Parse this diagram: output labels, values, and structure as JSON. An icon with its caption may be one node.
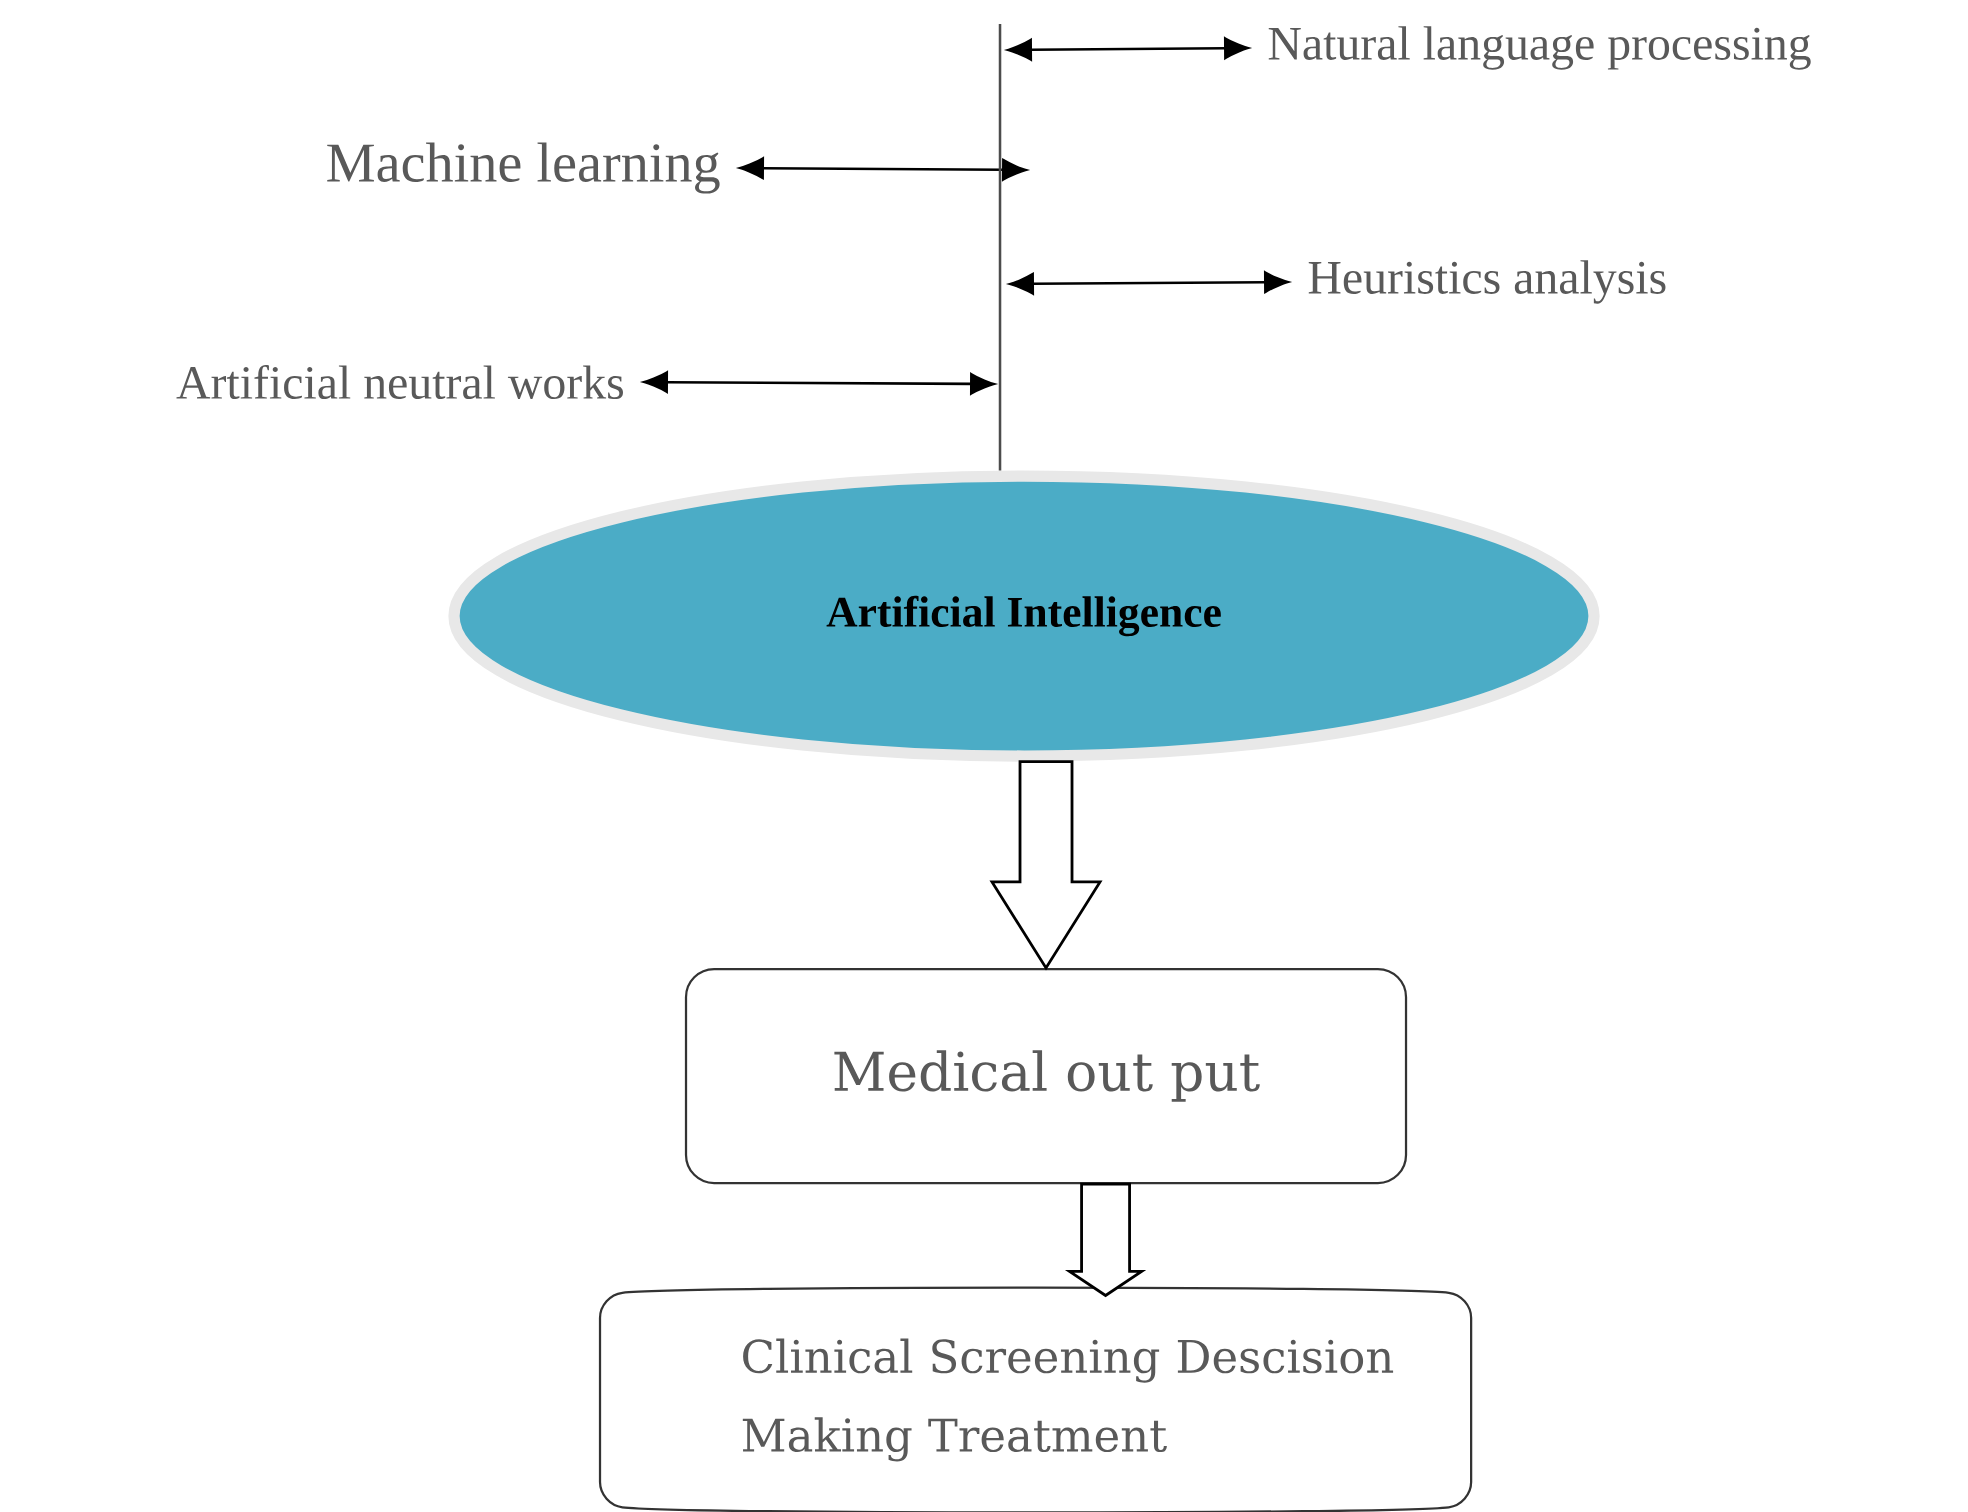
{
  "diagram": {
    "nodes": [
      {
        "text": [
          "Natural language processing"
        ]
      },
      {
        "text": [
          "Machine learning"
        ]
      },
      {
        "text": [
          "Heuristics analysis"
        ]
      },
      {
        "text": [
          "Artificial neutral works"
        ]
      },
      {
        "text": [
          "Artificial Intelligence"
        ]
      },
      {
        "text": [
          "Medical out put"
        ]
      },
      {
        "text": [
          "Clinical Screening Descision Making Treatment"
        ]
      }
    ],
    "edges": [
      {
        "from": null,
        "to": 0,
        "arrow": "both"
      },
      {
        "from": null,
        "to": 1,
        "arrow": "both"
      },
      {
        "from": null,
        "to": 2,
        "arrow": "both"
      },
      {
        "from": null,
        "to": 3,
        "arrow": "both"
      },
      {
        "from": 4,
        "to": null,
        "arrow": "none"
      },
      {
        "from": 4,
        "to": 5,
        "arrow": "to",
        "style": "thick"
      },
      {
        "from": 5,
        "to": 6,
        "arrow": "to",
        "style": "thick"
      }
    ]
  }
}
